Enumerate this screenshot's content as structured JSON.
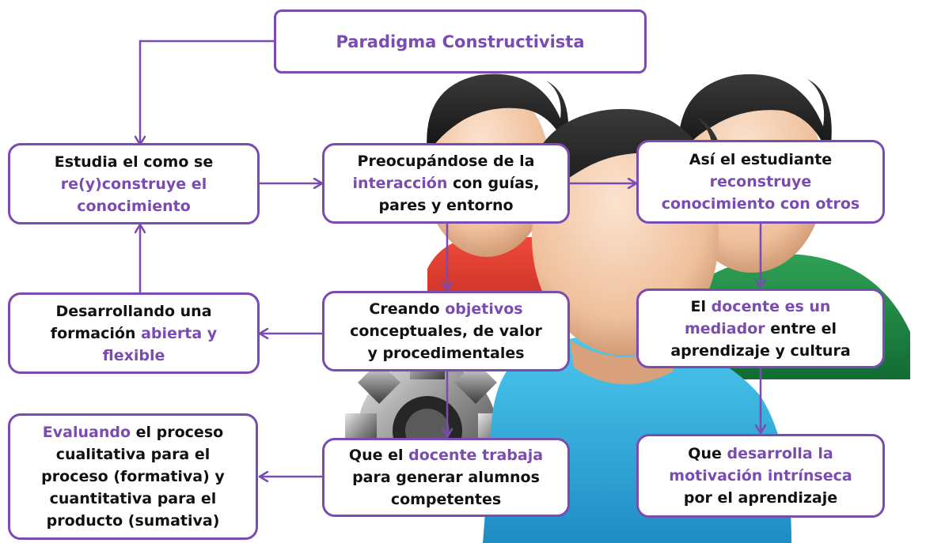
{
  "colors": {
    "accent": "#7a4bb0",
    "text": "#111111",
    "box_bg": "#ffffff"
  },
  "title": {
    "text": "Paradigma Constructivista"
  },
  "boxes": {
    "estudia": {
      "lines": [
        [
          {
            "t": "Estudia el como se",
            "h": false
          }
        ],
        [
          {
            "t": "re(y)construye el",
            "h": true
          }
        ],
        [
          {
            "t": "conocimiento",
            "h": true
          }
        ]
      ]
    },
    "preocupandose": {
      "lines": [
        [
          {
            "t": "Preocupándose de la",
            "h": false
          }
        ],
        [
          {
            "t": "interacción",
            "h": true
          },
          {
            "t": " con guías,",
            "h": false
          }
        ],
        [
          {
            "t": "pares y entorno",
            "h": false
          }
        ]
      ]
    },
    "asi": {
      "lines": [
        [
          {
            "t": "Así el estudiante",
            "h": false
          }
        ],
        [
          {
            "t": "reconstruye",
            "h": true
          }
        ],
        [
          {
            "t": "conocimiento con otros",
            "h": true
          }
        ]
      ]
    },
    "desarrollando": {
      "lines": [
        [
          {
            "t": "Desarrollando una",
            "h": false
          }
        ],
        [
          {
            "t": "formación ",
            "h": false
          },
          {
            "t": "abierta y",
            "h": true
          }
        ],
        [
          {
            "t": "flexible",
            "h": true
          }
        ]
      ]
    },
    "creando": {
      "lines": [
        [
          {
            "t": "Creando ",
            "h": false
          },
          {
            "t": "objetivos",
            "h": true
          }
        ],
        [
          {
            "t": "conceptuales, de valor",
            "h": false
          }
        ],
        [
          {
            "t": "y procedimentales",
            "h": false
          }
        ]
      ]
    },
    "docente_mediador": {
      "lines": [
        [
          {
            "t": "El ",
            "h": false
          },
          {
            "t": "docente es un",
            "h": true
          }
        ],
        [
          {
            "t": "mediador",
            "h": true
          },
          {
            "t": " entre el",
            "h": false
          }
        ],
        [
          {
            "t": "aprendizaje y cultura",
            "h": false
          }
        ]
      ]
    },
    "evaluando": {
      "lines": [
        [
          {
            "t": "Evaluando",
            "h": true
          },
          {
            "t": " el proceso",
            "h": false
          }
        ],
        [
          {
            "t": "cualitativa para el",
            "h": false
          }
        ],
        [
          {
            "t": "proceso (formativa) y",
            "h": false
          }
        ],
        [
          {
            "t": "cuantitativa para el",
            "h": false
          }
        ],
        [
          {
            "t": "producto (sumativa)",
            "h": false
          }
        ]
      ]
    },
    "docente_trabaja": {
      "lines": [
        [
          {
            "t": "Que el ",
            "h": false
          },
          {
            "t": "docente trabaja",
            "h": true
          }
        ],
        [
          {
            "t": "para generar alumnos",
            "h": false
          }
        ],
        [
          {
            "t": "competentes",
            "h": false
          }
        ]
      ]
    },
    "motivacion": {
      "lines": [
        [
          {
            "t": "Que ",
            "h": false
          },
          {
            "t": "desarrolla la",
            "h": true
          }
        ],
        [
          {
            "t": "motivación intrínseca",
            "h": true
          }
        ],
        [
          {
            "t": "por el aprendizaje",
            "h": false
          }
        ]
      ]
    }
  }
}
